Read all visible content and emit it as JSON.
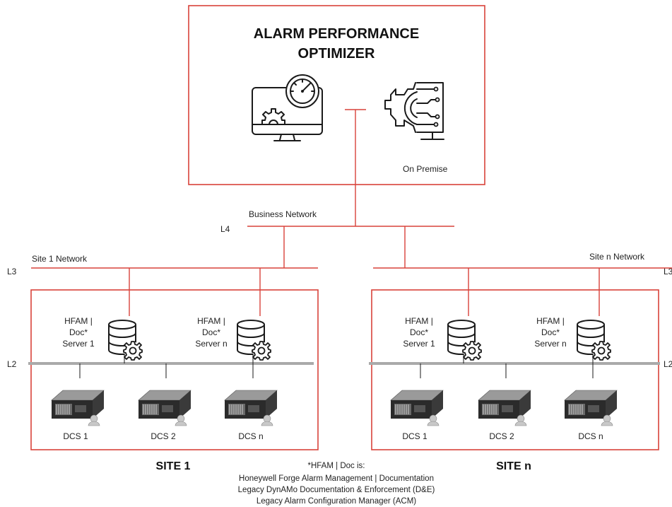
{
  "optimizer": {
    "title_line1": "ALARM PERFORMANCE",
    "title_line2": "OPTIMIZER",
    "deployment": "On Premise"
  },
  "networks": {
    "business": "Business Network",
    "site1": "Site 1 Network",
    "siten": "Site n Network",
    "levels": {
      "l4": "L4",
      "l3": "L3",
      "l2": "L2"
    }
  },
  "site1": {
    "name": "SITE 1",
    "servers": [
      {
        "line1": "HFAM |",
        "line2": "Doc*",
        "line3": "Server 1"
      },
      {
        "line1": "HFAM |",
        "line2": "Doc*",
        "line3": "Server n"
      }
    ],
    "dcs": [
      "DCS 1",
      "DCS 2",
      "DCS n"
    ]
  },
  "siten": {
    "name": "SITE n",
    "servers": [
      {
        "line1": "HFAM |",
        "line2": "Doc*",
        "line3": "Server 1"
      },
      {
        "line1": "HFAM |",
        "line2": "Doc*",
        "line3": "Server n"
      }
    ],
    "dcs": [
      "DCS 1",
      "DCS 2",
      "DCS n"
    ]
  },
  "footnote": {
    "line1": "*HFAM | Doc is:",
    "line2": "Honeywell Forge Alarm Management | Documentation",
    "line3": "Legacy DynAMo Documentation & Enforcement (D&E)",
    "line4": "Legacy Alarm Configuration Manager (ACM)"
  },
  "icons": {
    "monitor": "monitor-gauge-gear-icon",
    "brain": "gear-circuit-head-icon",
    "server": "database-gear-icon",
    "dcs": "dcs-rack-server-icon"
  },
  "colors": {
    "accent": "#d9423a",
    "bus": "#aaaaaa"
  }
}
